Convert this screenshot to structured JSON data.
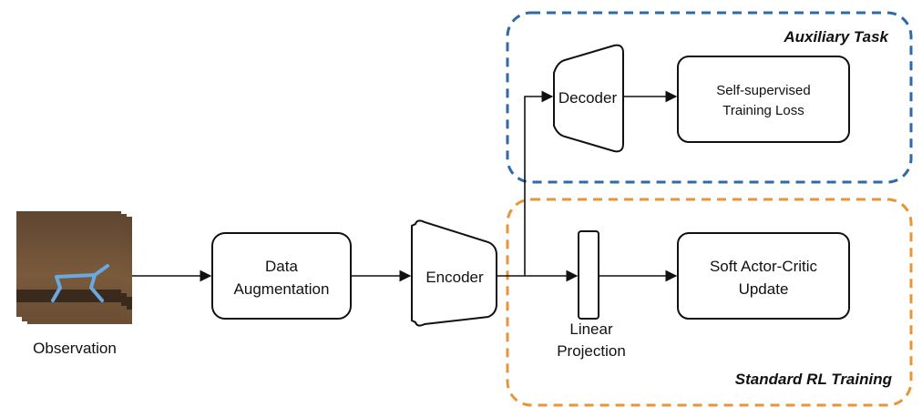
{
  "groups": {
    "auxiliary": {
      "title": "Auxiliary Task",
      "color": "#2f6aa8"
    },
    "standard": {
      "title": "Standard RL Training",
      "color": "#e8953a"
    }
  },
  "nodes": {
    "observation": "Observation",
    "augmentation": [
      "Data",
      "Augmentation"
    ],
    "encoder": "Encoder",
    "decoder": "Decoder",
    "loss": [
      "Self-supervised",
      "Training Loss"
    ],
    "projection": [
      "Linear",
      "Projection"
    ],
    "sac": [
      "Soft Actor-Critic",
      "Update"
    ]
  },
  "observation_image": {
    "frame_count": 3,
    "colors": {
      "ground": "#6b4e34",
      "floor": "#3a2a1e",
      "walker": "#6aa9e0"
    }
  }
}
